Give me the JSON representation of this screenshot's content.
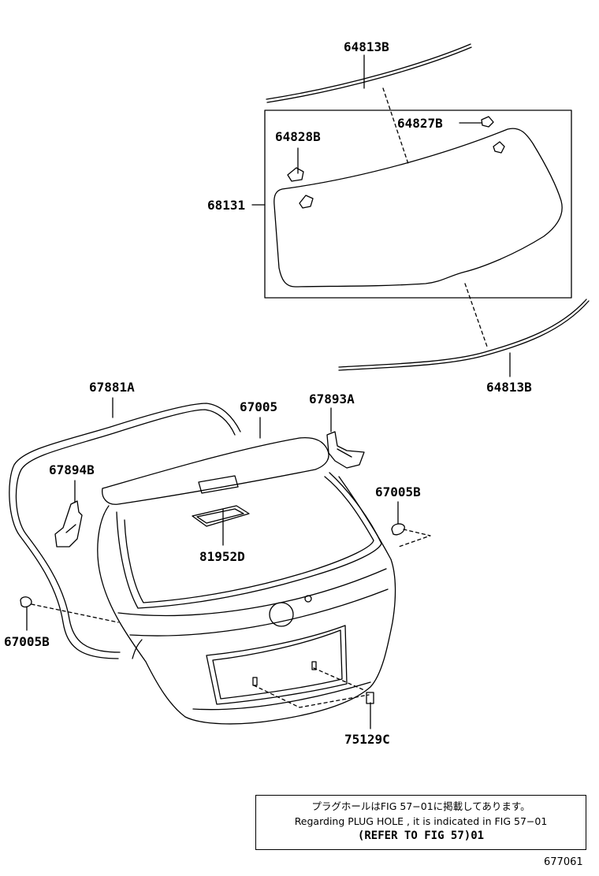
{
  "parts": {
    "molding_upper": "64813B",
    "clip_right": "64827B",
    "clip_left": "64828B",
    "back_glass": "68131",
    "molding_lower": "64813B",
    "weatherstrip": "67881A",
    "back_door_panel": "67005",
    "hinge_right": "67893A",
    "hinge_left": "67894B",
    "cushion_right": "67005B",
    "lamp_gasket": "81952D",
    "cushion_left": "67005B",
    "plug": "75129C"
  },
  "note": {
    "line_jp": "プラグホールはFIG 57−01に掲載してあります。",
    "line_en": "Regarding PLUG HOLE , it is indicated in FIG 57−01",
    "line_ref": "(REFER TO FIG 57)01"
  },
  "figure_code": "677061"
}
